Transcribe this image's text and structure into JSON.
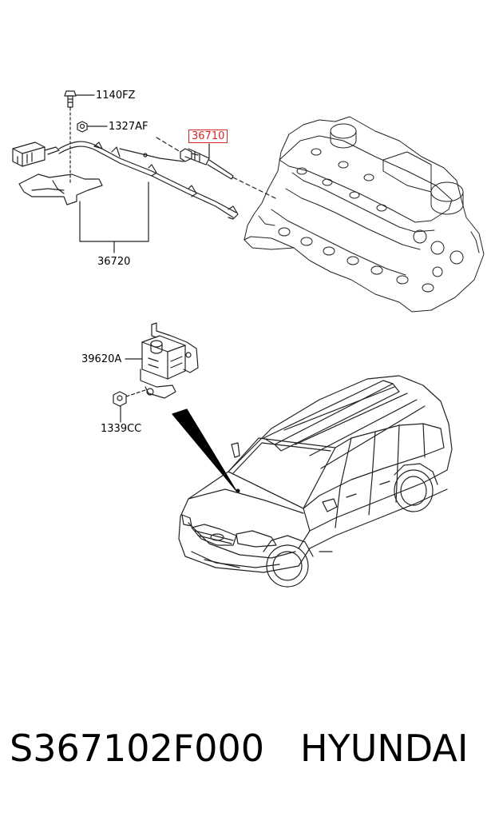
{
  "diagram": {
    "labels": {
      "p1140fz": "1140FZ",
      "p1327af": "1327AF",
      "p36710": "36710",
      "p36720": "36720",
      "p39620a": "39620A",
      "p1339cc": "1339CC"
    },
    "highlight_color": "#d62828"
  },
  "caption": {
    "part_number": "S367102F000",
    "brand": "HYUNDAI"
  }
}
